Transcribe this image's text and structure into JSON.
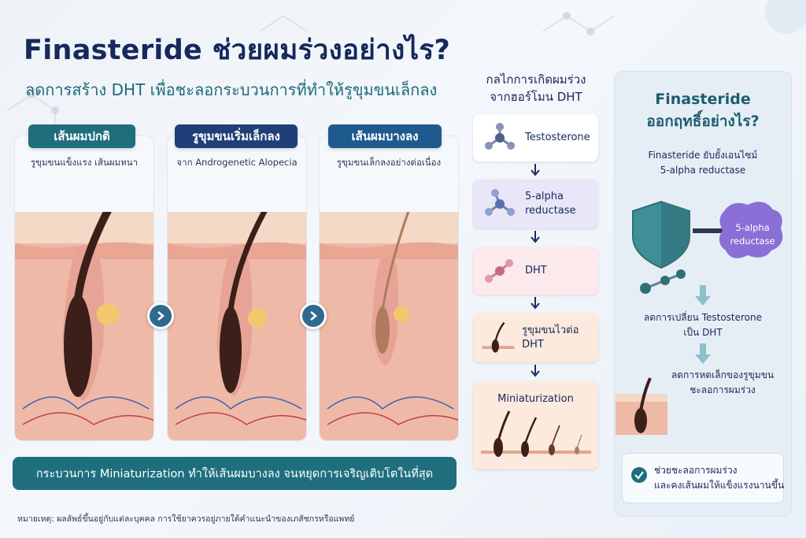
{
  "title": "Finasteride ช่วยผมร่วงอย่างไร?",
  "subtitle": "ลดการสร้าง DHT เพื่อชะลอกระบวนการที่ทำให้รูขุมขนเล็กลง",
  "stages": [
    {
      "tag": "เส้นผมปกติ",
      "caption": "รูขุมขนแข็งแรง เส้นผมหนา",
      "tag_color": "#1f6e7e"
    },
    {
      "tag": "รูขุมขนเริ่มเล็กลง",
      "caption": "จาก Androgenetic Alopecia",
      "tag_color": "#1f3f78"
    },
    {
      "tag": "เส้นผมบางลง",
      "caption": "รูขุมขนเล็กลงอย่างต่อเนื่อง",
      "tag_color": "#1f5a8e"
    }
  ],
  "banner": "กระบวนการ Miniaturization ทำให้เส้นผมบางลง จนหยุดการเจริญเติบโตในที่สุด",
  "footnote": "หมายเหตุ: ผลลัพธ์ขึ้นอยู่กับแต่ละบุคคล การใช้ยาควรอยู่ภายใต้คำแนะนำของเภสัชกรหรือแพทย์",
  "mechanism": {
    "title_line1": "กลไกการเกิดผมร่วง",
    "title_line2": "จากฮอร์โมน DHT",
    "steps": [
      {
        "label": "Testosterone",
        "bg": "#ffffff"
      },
      {
        "label_line1": "5-alpha",
        "label_line2": "reductase",
        "bg": "#e9e6f7"
      },
      {
        "label": "DHT",
        "bg": "#fbe9ec"
      },
      {
        "label": "รูขุมขนไวต่อ DHT",
        "bg": "#fbeadd"
      },
      {
        "label": "Miniaturization",
        "bg": "#fbeadd"
      }
    ]
  },
  "right_panel": {
    "title_line1": "Finasteride",
    "title_line2": "ออกฤทธิ์อย่างไร?",
    "desc_line1": "Finasteride ยับยั้งเอนไซม์",
    "desc_line2": "5-alpha reductase",
    "enzyme_line1": "5-alpha",
    "enzyme_line2": "reductase",
    "effect1_line1": "ลดการเปลี่ยน Testosterone",
    "effect1_line2": "เป็น DHT",
    "effect2_line1": "ลดการหดเล็กของรูขุมขน",
    "effect2_line2": "ชะลอการผมร่วง",
    "benefit_line1": "ช่วยชะลอการผมร่วง",
    "benefit_line2": "และคงเส้นผมให้แข็งแรงนานขึ้น"
  },
  "colors": {
    "primary": "#16285c",
    "teal": "#1f6e7e",
    "enzyme": "#7a5fcf",
    "shield": "#3f8f96"
  }
}
